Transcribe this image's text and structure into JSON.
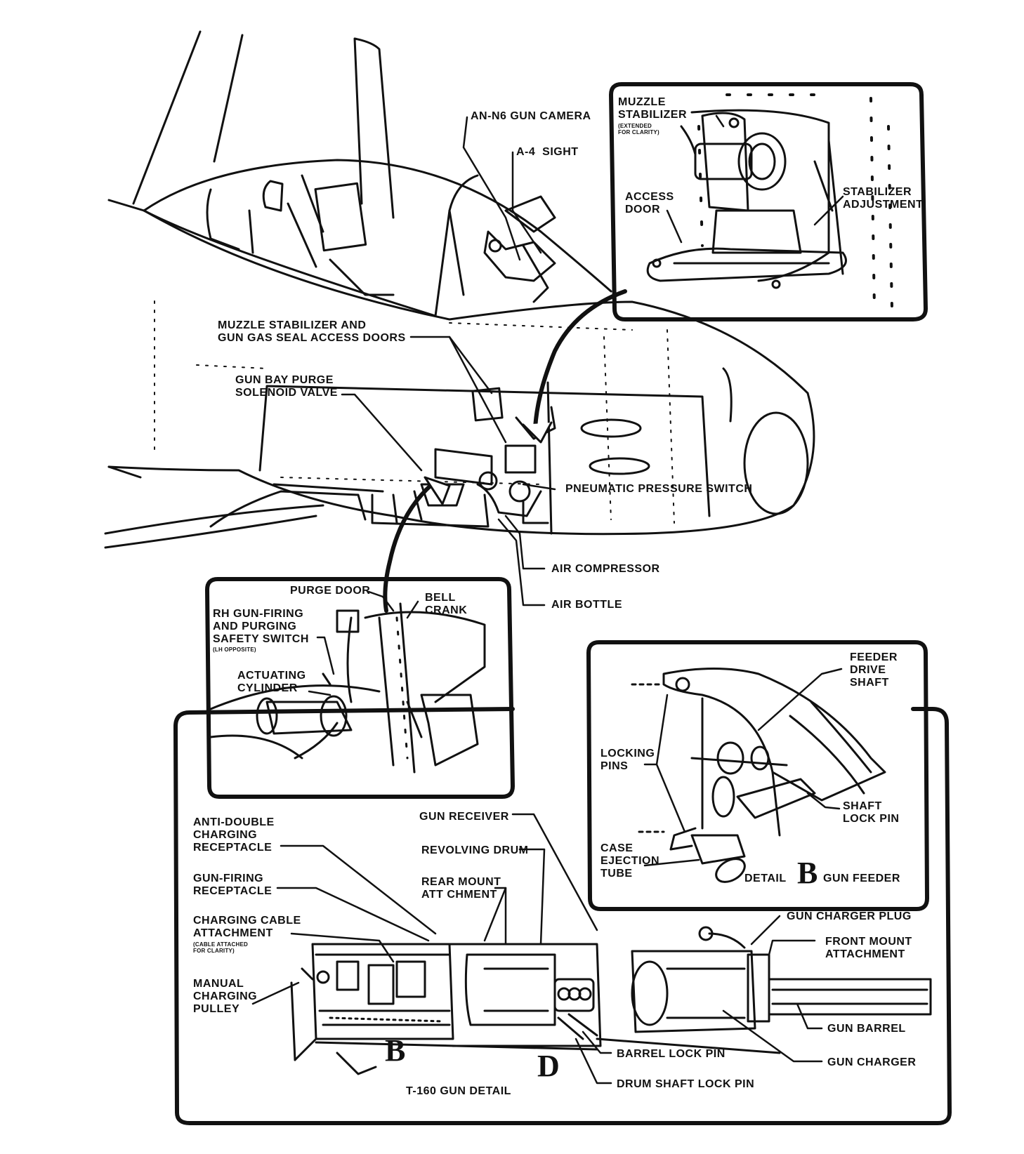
{
  "labels": {
    "muzzle_stabilizer": "MUZZLE\nSTABILIZER",
    "muzzle_stabilizer_note": "(EXTENDED\nFOR CLARITY)",
    "an_n6_gun_camera": "AN-N6 GUN CAMERA",
    "a4_sight": "A-4  SIGHT",
    "stabilizer_adjustment": "STABILIZER\nADJUSTMENT",
    "access_door": "ACCESS\nDOOR",
    "muzzle_seal_access_doors": "MUZZLE STABILIZER AND\nGUN GAS SEAL ACCESS DOORS",
    "gun_bay_purge_valve": "GUN BAY PURGE\nSOLENOID VALVE",
    "pneumatic_pressure_switch": "PNEUMATIC PRESSURE SWITCH",
    "air_compressor": "AIR COMPRESSOR",
    "air_bottle": "AIR BOTTLE",
    "purge_door": "PURGE DOOR",
    "bell_crank": "BELL\nCRANK",
    "rh_gun_firing_switch": "RH GUN-FIRING\nAND PURGING\nSAFETY SWITCH",
    "lh_opposite": "(LH OPPOSITE)",
    "actuating_cylinder": "ACTUATING\nCYLINDER",
    "feeder_drive_shaft": "FEEDER\nDRIVE\nSHAFT",
    "locking_pins": "LOCKING\nPINS",
    "shaft_lock_pin": "SHAFT\nLOCK PIN",
    "case_ejection_tube": "CASE\nEJECTION\nTUBE",
    "detail_b_prefix": "DETAIL",
    "detail_b_letter": "B",
    "detail_b_suffix": "GUN FEEDER",
    "anti_double_charging": "ANTI-DOUBLE\nCHARGING\nRECEPTACLE",
    "gun_firing_receptacle": "GUN-FIRING\nRECEPTACLE",
    "charging_cable_attachment": "CHARGING CABLE\nATTACHMENT",
    "cable_attached_note": "(CABLE ATTACHED\nFOR CLARITY)",
    "manual_charging_pulley": "MANUAL\nCHARGING\nPULLEY",
    "gun_receiver": "GUN RECEIVER",
    "revolving_drum": "REVOLVING DRUM",
    "rear_mount_attachment": "REAR MOUNT\nATT CHMENT",
    "gun_charger_plug": "GUN CHARGER PLUG",
    "front_mount_attachment": "FRONT MOUNT\nATTACHMENT",
    "gun_barrel": "GUN BARREL",
    "gun_charger": "GUN CHARGER",
    "barrel_lock_pin": "BARREL LOCK PIN",
    "drum_shaft_lock_pin": "DRUM SHAFT LOCK PIN",
    "callout_b": "B",
    "callout_d": "D",
    "t160_gun_detail": "T-160 GUN DETAIL"
  }
}
